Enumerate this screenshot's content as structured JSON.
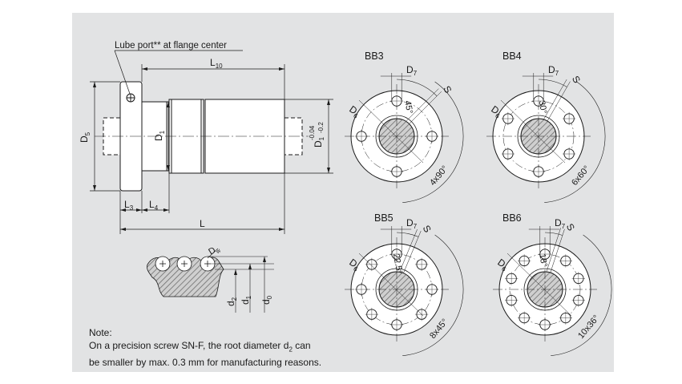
{
  "colors": {
    "panel": "#e2e3e4",
    "part": "#ffffff",
    "line": "#1a1a1a",
    "hatch": "#777777"
  },
  "side_view": {
    "lube_label": "Lube port** at flange center",
    "L10": "L",
    "L10_sub": "10",
    "D5": "D",
    "D5_sub": "5",
    "D1": "D",
    "D1_sub": "1",
    "L3": "L",
    "L3_sub": "3",
    "L4": "L",
    "L4_sub": "4",
    "L": "L",
    "D1_tol_label": "D",
    "D1_tol_sub": "1",
    "tol_upper": "-0.04",
    "tol_lower": "-0.2"
  },
  "thread_detail": {
    "Dw": "D",
    "Dw_sub": "w",
    "d2": "d",
    "d2_sub": "2",
    "d1": "d",
    "d1_sub": "1",
    "d0": "d",
    "d0_sub": "0"
  },
  "patterns": [
    {
      "name": "BB3",
      "d7": "D",
      "d7_sub": "7",
      "d6": "D",
      "d6_sub": "6",
      "s": "S",
      "angle": "45°",
      "spacing": "4x90°"
    },
    {
      "name": "BB4",
      "d7": "D",
      "d7_sub": "7",
      "d6": "D",
      "d6_sub": "6",
      "s": "S",
      "angle": "30°",
      "spacing": "6x60°"
    },
    {
      "name": "BB5",
      "d7": "D",
      "d7_sub": "7",
      "d6": "D",
      "d6_sub": "6",
      "s": "S",
      "angle": "22.5°",
      "spacing": "8x45°"
    },
    {
      "name": "BB6",
      "d7": "D",
      "d7_sub": "7",
      "d6": "D",
      "d6_sub": "6",
      "s": "S",
      "angle": "18°",
      "spacing": "10x36°"
    }
  ],
  "note": {
    "title": "Note:",
    "line1_a": "On a precision screw SN-F, the root diameter d",
    "line1_sub": "2",
    "line1_b": " can",
    "line2": "be smaller by max. 0.3 mm for manufacturing reasons."
  }
}
